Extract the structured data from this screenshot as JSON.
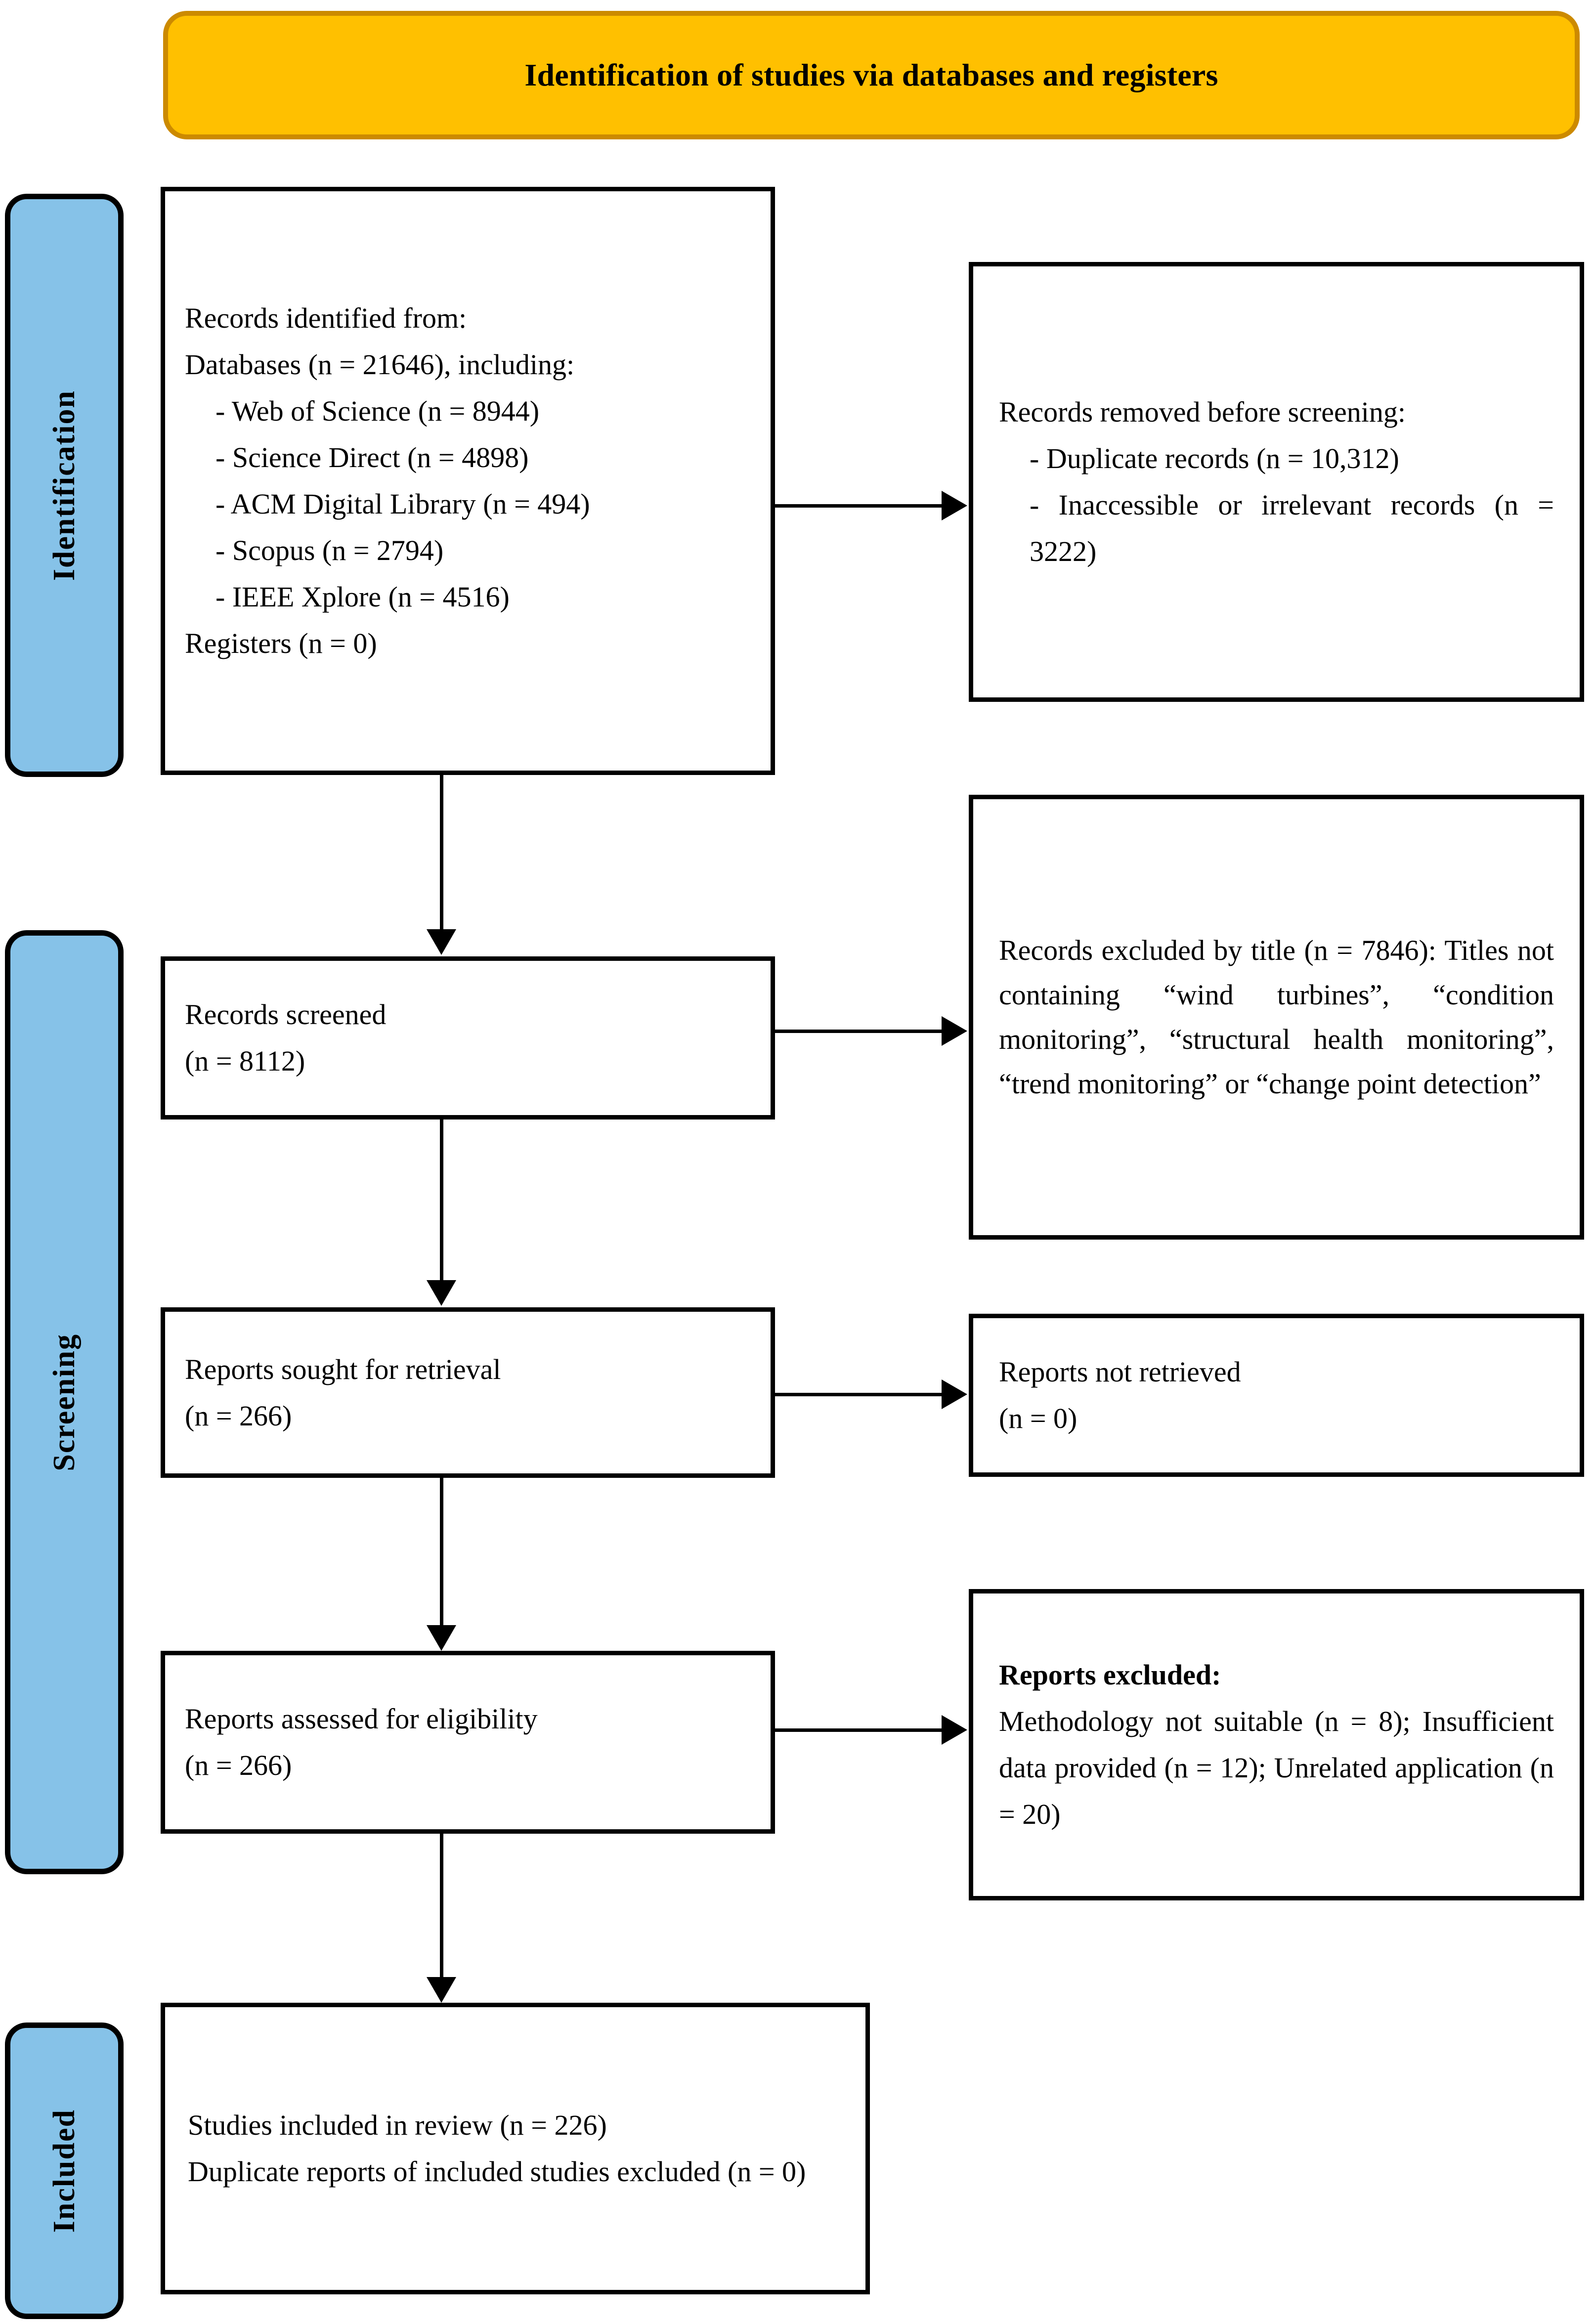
{
  "banner": {
    "title": "Identification of studies via databases and registers"
  },
  "stages": {
    "identification": "Identification",
    "screening": "Screening",
    "included": "Included"
  },
  "boxes": {
    "identified": {
      "line1": "Records identified from:",
      "line2": "Databases (n = 21646), including:",
      "items": [
        "- Web of Science (n = 8944)",
        "- Science Direct (n = 4898)",
        "- ACM Digital Library (n = 494)",
        "- Scopus (n = 2794)",
        "- IEEE Xplore (n = 4516)"
      ],
      "line3": "Registers (n = 0)"
    },
    "removed": {
      "line1": "Records removed before screening:",
      "items": [
        "- Duplicate records (n = 10,312)",
        "- Inaccessible or irrelevant records (n = 3222)"
      ]
    },
    "screened": {
      "line1": "Records screened",
      "line2": "(n = 8112)"
    },
    "excluded_title": {
      "line1": "Records excluded by title (n = 7846): Titles not containing “wind turbines”, “condition monitoring”, “structural health monitoring”, “trend monitoring” or “change point detection”"
    },
    "sought": {
      "line1": "Reports sought for retrieval",
      "line2": "(n = 266)"
    },
    "not_retrieved": {
      "line1": "Reports not retrieved",
      "line2": "(n = 0)"
    },
    "assessed": {
      "line1": "Reports assessed for eligibility",
      "line2": "(n = 266)"
    },
    "reports_excluded": {
      "heading": "Reports excluded:",
      "line1": "Methodology not suitable (n = 8); Insufficient data provided (n = 12); Unrelated application (n = 20)"
    },
    "included": {
      "line1": "Studies included in review (n = 226)",
      "line2": "Duplicate reports of included studies excluded (n = 0)"
    }
  },
  "colors": {
    "banner_fill": "#FFC000",
    "banner_border": "#CC8A00",
    "stage_fill": "#86C2E8",
    "line": "#000000"
  }
}
